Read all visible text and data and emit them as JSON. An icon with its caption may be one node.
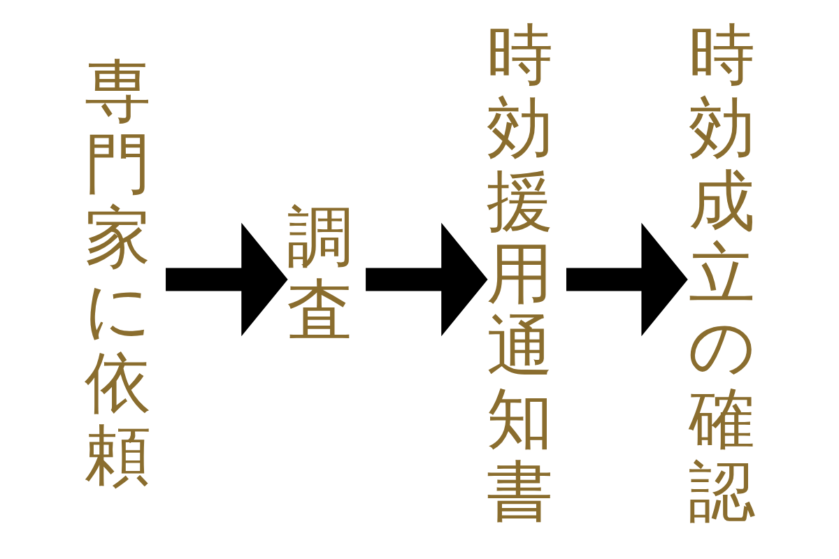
{
  "diagram": {
    "nodes": [
      {
        "text": [
          "専門家に依頼"
        ]
      },
      {
        "text": [
          "調査"
        ]
      },
      {
        "text": [
          "時効援用通知書"
        ]
      },
      {
        "text": [
          "時効成立の確認"
        ]
      }
    ],
    "edges": [
      {
        "from": 0,
        "to": 1,
        "arrow": "to"
      },
      {
        "from": 1,
        "to": 2,
        "arrow": "to"
      },
      {
        "from": 2,
        "to": 3,
        "arrow": "to"
      }
    ]
  }
}
